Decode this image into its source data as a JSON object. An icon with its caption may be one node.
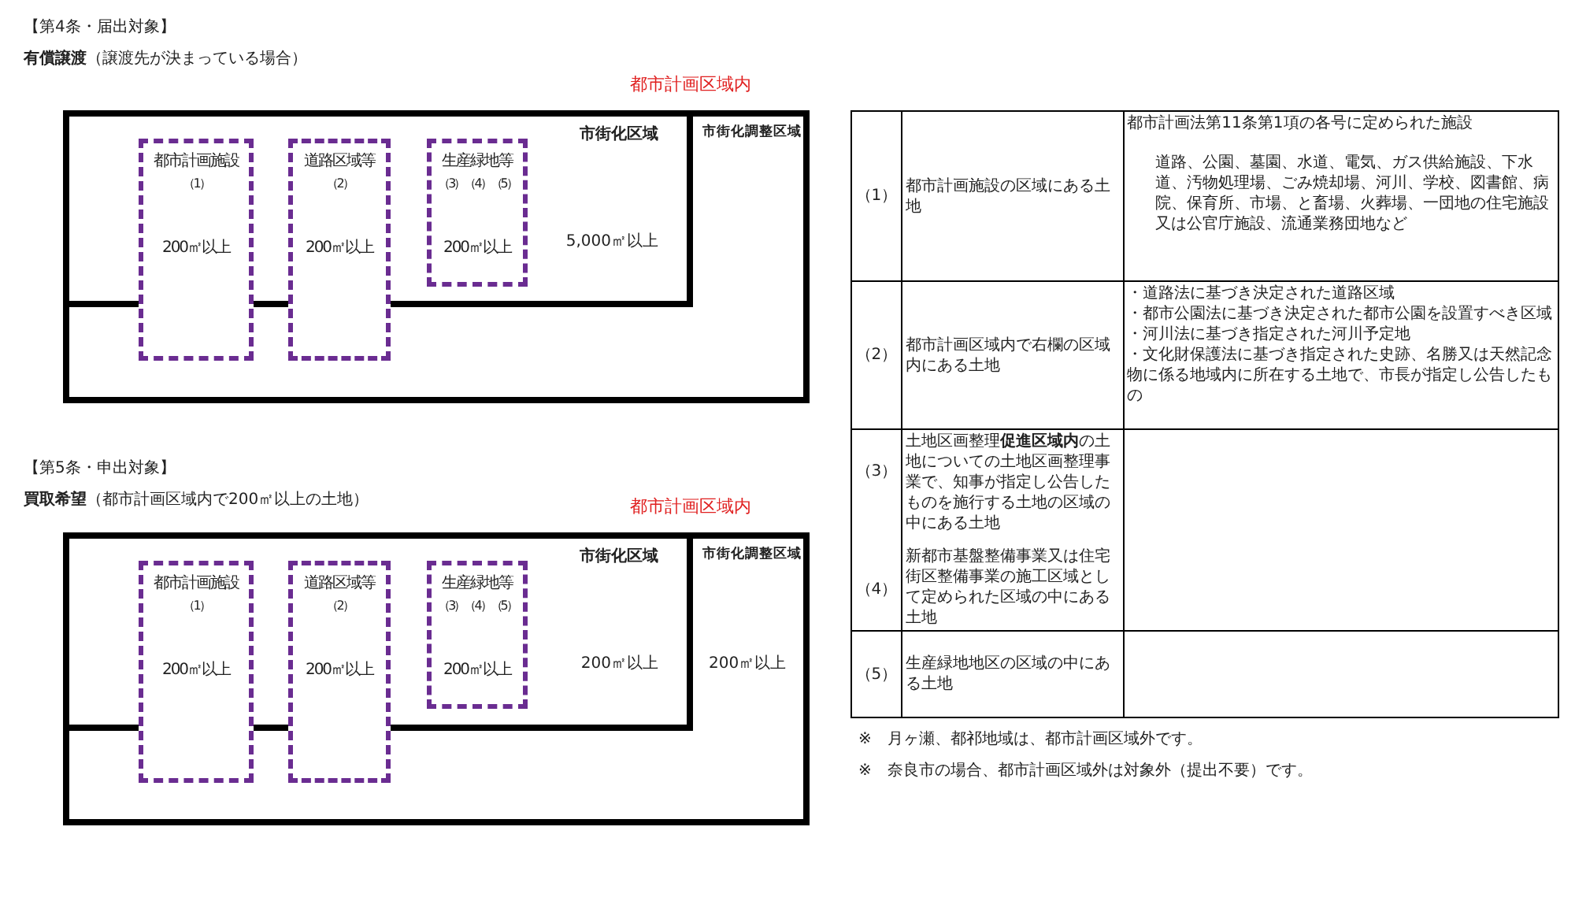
{
  "diagram": {
    "nodes": [
      {
        "text": [
          "都市計画区域内"
        ]
      },
      {
        "text": [
          "市街化区域",
          "5,000㎡以上"
        ],
        "in": 0
      },
      {
        "text": [
          "市街化調整区域"
        ],
        "in": 0
      },
      {
        "text": [
          "都市計画施設",
          "（1）",
          "200㎡以上"
        ],
        "in": 0
      },
      {
        "text": [
          "道路区域等",
          "（2）",
          "200㎡以上"
        ],
        "in": 0
      },
      {
        "text": [
          "生産緑地等",
          "（3）（4）（5）",
          "200㎡以上"
        ],
        "in": 1
      },
      {
        "text": [
          "都市計画区域内"
        ]
      },
      {
        "text": [
          "市街化区域",
          "200㎡以上"
        ],
        "in": 6
      },
      {
        "text": [
          "市街化調整区域",
          "200㎡以上"
        ],
        "in": 6
      },
      {
        "text": [
          "都市計画施設",
          "（1）",
          "200㎡以上"
        ],
        "in": 6
      },
      {
        "text": [
          "道路区域等",
          "（2）",
          "200㎡以上"
        ],
        "in": 6
      },
      {
        "text": [
          "生産緑地等",
          "（3）（4）（5）",
          "200㎡以上"
        ],
        "in": 7
      }
    ],
    "edges": [],
    "labels": [
      "【第4条・届出対象】",
      "**有償譲渡**（譲渡先が決まっている場合）",
      "【第5条・申出対象】",
      "**買取希望**（都市計画区域内で200㎡以上の土地）",
      "（1）",
      "都市計画施設の区域にある土地",
      "都市計画法第11条第1項の各号に定められた施設",
      "道路、公園、墓園、水道、電気、ガス供給施設、下水道、汚物処理場、ごみ焼却場、河川、学校、図書館、病院、保育所、市場、と畜場、火葬場、一団地の住宅施設又は公官庁施設、流通業務団地など",
      "（2）",
      "都市計画区域内で右欄の区域内にある土地",
      "・道路法に基づき決定された道路区域",
      "・都市公園法に基づき決定された都市公園を設置すべき区域",
      "・河川法に基づき指定された河川予定地",
      "・文化財保護法に基づき指定された史跡、名勝又は天然記念物に係る地域内に所在する土地で、市長が指定し公告したもの",
      "（3）",
      "土地区画整理**促進区域内**の土地についての土地区画整理事業で、知事が指定し公告したものを施行する土地の区域の中にある土地",
      "（4）",
      "新都市基盤整備事業又は住宅街区整備事業の施工区域として定められた区域の中にある土地",
      "（5）",
      "生産緑地地区の区域の中にある土地",
      "※　月ヶ瀬、都祁地域は、都市計画区域外です。",
      "※　奈良市の場合、都市計画区域外は対象外（提出不要）です。"
    ]
  }
}
